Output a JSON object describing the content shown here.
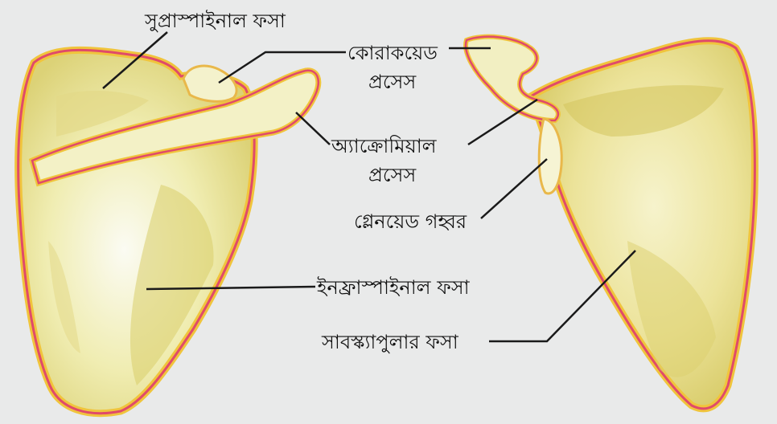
{
  "labels": {
    "supraspinous_fossa": "সুপ্রাস্পাইনাল ফসা",
    "coracoid_process_line1": "কোরাকয়েড",
    "coracoid_process_line2": "প্রসেস",
    "acromial_process_line1": "অ্যাক্রোমিয়াল",
    "acromial_process_line2": "প্রসেস",
    "glenoid_cavity": "গ্লেনয়েড গহ্বর",
    "infraspinous_fossa": "ইনফ্রাস্পাইনাল ফসা",
    "subscapular_fossa": "সাবস্ক্যাপুলার ফসা"
  },
  "colors": {
    "bone_fill": "#f1eeb4",
    "bone_shade": "#ddd47a",
    "outline_red": "#e04a6a",
    "outline_yellow": "#f0c43c",
    "leader_line": "#1a1a1a"
  }
}
